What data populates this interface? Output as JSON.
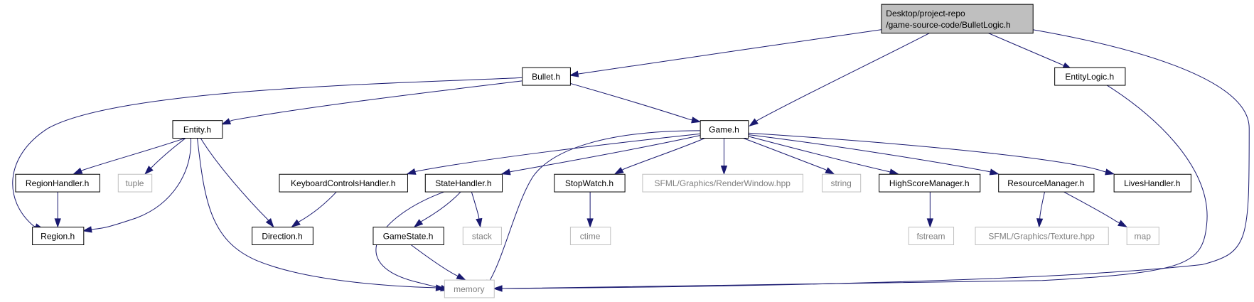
{
  "colors": {
    "edge": "#191970",
    "root_fill": "#bfbfbf",
    "node_border": "#000000",
    "external_border": "#bfbfbf",
    "external_text": "#808080",
    "node_text": "#000000"
  },
  "nodes": [
    {
      "id": "root",
      "kind": "root",
      "lines": [
        "Desktop/project-repo",
        "/game-source-code/BulletLogic.h"
      ]
    },
    {
      "id": "bullet",
      "kind": "internal",
      "lines": [
        "Bullet.h"
      ]
    },
    {
      "id": "entitylogic",
      "kind": "internal",
      "lines": [
        "EntityLogic.h"
      ]
    },
    {
      "id": "game",
      "kind": "internal",
      "lines": [
        "Game.h"
      ]
    },
    {
      "id": "entity",
      "kind": "internal",
      "lines": [
        "Entity.h"
      ]
    },
    {
      "id": "regionhandler",
      "kind": "internal",
      "lines": [
        "RegionHandler.h"
      ]
    },
    {
      "id": "tuple",
      "kind": "external",
      "lines": [
        "tuple"
      ]
    },
    {
      "id": "keyboard",
      "kind": "internal",
      "lines": [
        "KeyboardControlsHandler.h"
      ]
    },
    {
      "id": "statehandler",
      "kind": "internal",
      "lines": [
        "StateHandler.h"
      ]
    },
    {
      "id": "stopwatch",
      "kind": "internal",
      "lines": [
        "StopWatch.h"
      ]
    },
    {
      "id": "renderwindow",
      "kind": "external",
      "lines": [
        "SFML/Graphics/RenderWindow.hpp"
      ]
    },
    {
      "id": "string",
      "kind": "external",
      "lines": [
        "string"
      ]
    },
    {
      "id": "highscore",
      "kind": "internal",
      "lines": [
        "HighScoreManager.h"
      ]
    },
    {
      "id": "resource",
      "kind": "internal",
      "lines": [
        "ResourceManager.h"
      ]
    },
    {
      "id": "lives",
      "kind": "internal",
      "lines": [
        "LivesHandler.h"
      ]
    },
    {
      "id": "region",
      "kind": "internal",
      "lines": [
        "Region.h"
      ]
    },
    {
      "id": "direction",
      "kind": "internal",
      "lines": [
        "Direction.h"
      ]
    },
    {
      "id": "gamestate",
      "kind": "internal",
      "lines": [
        "GameState.h"
      ]
    },
    {
      "id": "stack",
      "kind": "external",
      "lines": [
        "stack"
      ]
    },
    {
      "id": "ctime",
      "kind": "external",
      "lines": [
        "ctime"
      ]
    },
    {
      "id": "fstream",
      "kind": "external",
      "lines": [
        "fstream"
      ]
    },
    {
      "id": "texture",
      "kind": "external",
      "lines": [
        "SFML/Graphics/Texture.hpp"
      ]
    },
    {
      "id": "map",
      "kind": "external",
      "lines": [
        "map"
      ]
    },
    {
      "id": "memory",
      "kind": "external",
      "lines": [
        "memory"
      ]
    }
  ],
  "edges": [
    {
      "from": "root",
      "to": "bullet"
    },
    {
      "from": "root",
      "to": "game"
    },
    {
      "from": "root",
      "to": "entitylogic"
    },
    {
      "from": "root",
      "to": "memory"
    },
    {
      "from": "bullet",
      "to": "entity"
    },
    {
      "from": "bullet",
      "to": "region"
    },
    {
      "from": "bullet",
      "to": "game"
    },
    {
      "from": "entitylogic",
      "to": "memory"
    },
    {
      "from": "entity",
      "to": "regionhandler"
    },
    {
      "from": "entity",
      "to": "tuple"
    },
    {
      "from": "entity",
      "to": "region"
    },
    {
      "from": "entity",
      "to": "direction"
    },
    {
      "from": "entity",
      "to": "memory"
    },
    {
      "from": "regionhandler",
      "to": "region"
    },
    {
      "from": "game",
      "to": "keyboard"
    },
    {
      "from": "game",
      "to": "statehandler"
    },
    {
      "from": "game",
      "to": "stopwatch"
    },
    {
      "from": "game",
      "to": "renderwindow"
    },
    {
      "from": "game",
      "to": "string"
    },
    {
      "from": "game",
      "to": "highscore"
    },
    {
      "from": "game",
      "to": "resource"
    },
    {
      "from": "game",
      "to": "lives"
    },
    {
      "from": "game",
      "to": "memory"
    },
    {
      "from": "keyboard",
      "to": "direction"
    },
    {
      "from": "statehandler",
      "to": "gamestate"
    },
    {
      "from": "statehandler",
      "to": "stack"
    },
    {
      "from": "statehandler",
      "to": "memory"
    },
    {
      "from": "gamestate",
      "to": "memory"
    },
    {
      "from": "stopwatch",
      "to": "ctime"
    },
    {
      "from": "highscore",
      "to": "fstream"
    },
    {
      "from": "resource",
      "to": "texture"
    },
    {
      "from": "resource",
      "to": "map"
    }
  ]
}
